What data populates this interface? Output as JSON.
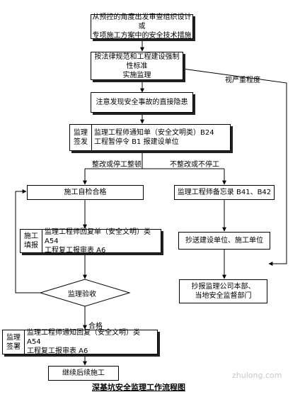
{
  "nodes": {
    "step1": {
      "lines": [
        "从预控的角度出发审查组织设计或",
        "专项施工方案中的安全技术措施"
      ]
    },
    "step2": {
      "lines": [
        "按法律规范和工程建设强制性标准",
        "实施监理"
      ]
    },
    "step3": {
      "lines": [
        "注意发现安全事故的直接隐患"
      ]
    },
    "step4": {
      "side": [
        "监理",
        "签发"
      ],
      "lines": [
        "监理工程师通知单（安全文明类）B24",
        "工程暂停令 B1 报建设单位"
      ]
    },
    "left1": {
      "lines": [
        "施工自检合格"
      ]
    },
    "left2": {
      "side": [
        "施工",
        "填报"
      ],
      "lines": [
        "监理工程师回复单（安全文明）类 A54",
        "工程复工报审表 A6"
      ]
    },
    "decision": {
      "lines": [
        "监理验收"
      ]
    },
    "left3": {
      "side": [
        "监理",
        "签署"
      ],
      "lines": [
        "监理工程师通知回复（安全文明）类 A54",
        "工程复工报审表 A6"
      ]
    },
    "left4": {
      "lines": [
        "继续后续施工"
      ]
    },
    "right1": {
      "lines": [
        "监理工程师备忘录 B41、B42"
      ]
    },
    "right2": {
      "lines": [
        "抄送建设单位、施工单位"
      ]
    },
    "right3": {
      "lines": [
        "抄报监理公司本部、",
        "当地安全监督部门"
      ]
    }
  },
  "edge_labels": {
    "severity": "视严重程度",
    "rectify": "整改或停工整顿",
    "no_rectify": "不整改或不停工",
    "pass": "合格"
  },
  "title": "深基坑安全监理工作流程图",
  "watermark": "zhulong.com"
}
